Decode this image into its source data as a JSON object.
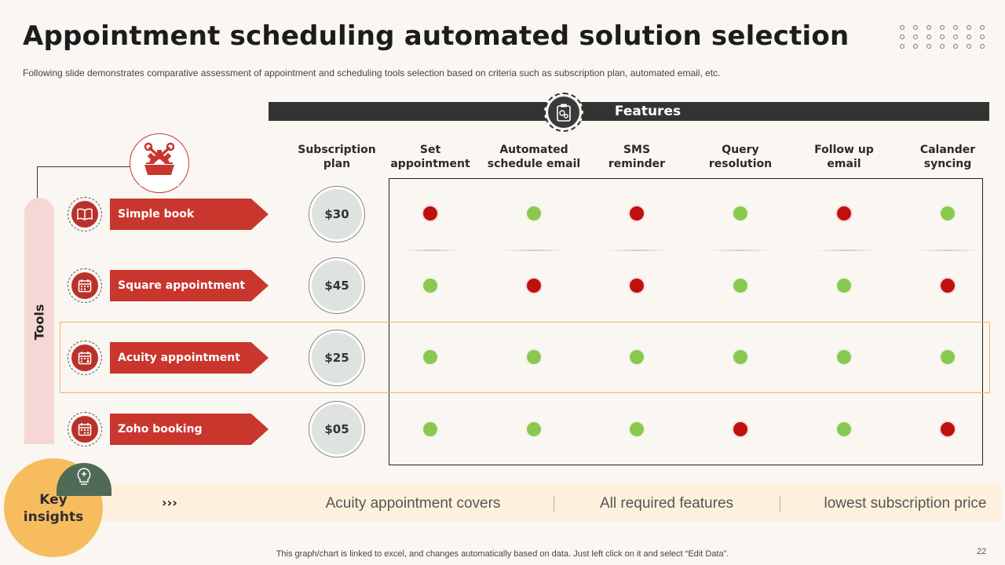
{
  "title": "Appointment scheduling automated solution selection",
  "subtitle": "Following slide demonstrates comparative assessment of appointment and scheduling tools selection based on criteria such as subscription plan, automated email, etc.",
  "features_label": "Features",
  "tools_label": "Tools",
  "columns": {
    "subscription": [
      "Subscription",
      "plan"
    ],
    "set_appointment": [
      "Set",
      "appointment"
    ],
    "auto_email": [
      "Automated",
      "schedule email"
    ],
    "sms": [
      "SMS",
      "reminder"
    ],
    "query": [
      "Query",
      "resolution"
    ],
    "follow_up": [
      "Follow up",
      "email"
    ],
    "calendar": [
      "Calander",
      "syncing"
    ]
  },
  "tools": [
    {
      "name": "Simple book",
      "price": "$30",
      "features": [
        "red",
        "green",
        "red",
        "green",
        "red",
        "green"
      ],
      "icon": "book-icon"
    },
    {
      "name": "Square appointment",
      "price": "$45",
      "features": [
        "green",
        "red",
        "red",
        "green",
        "green",
        "red"
      ],
      "icon": "calendar-icon"
    },
    {
      "name": "Acuity appointment",
      "price": "$25",
      "features": [
        "green",
        "green",
        "green",
        "green",
        "green",
        "green"
      ],
      "icon": "calendar-icon"
    },
    {
      "name": "Zoho booking",
      "price": "$05",
      "features": [
        "green",
        "green",
        "green",
        "red",
        "green",
        "red"
      ],
      "icon": "calendar-icon"
    }
  ],
  "insights": {
    "label_line1": "Key",
    "label_line2": "insights",
    "chevrons": "›››",
    "items": [
      "Acuity appointment covers",
      "All required features",
      "lowest subscription price"
    ]
  },
  "footer": "This graph/chart is linked to excel,  and changes automatically based on data. Just left click on it and select “Edit Data”.",
  "page_number": "22",
  "colors": {
    "red": "#c0100d",
    "green": "#8bc850",
    "accent": "#c9362e",
    "insight": "#f6bc5e"
  }
}
